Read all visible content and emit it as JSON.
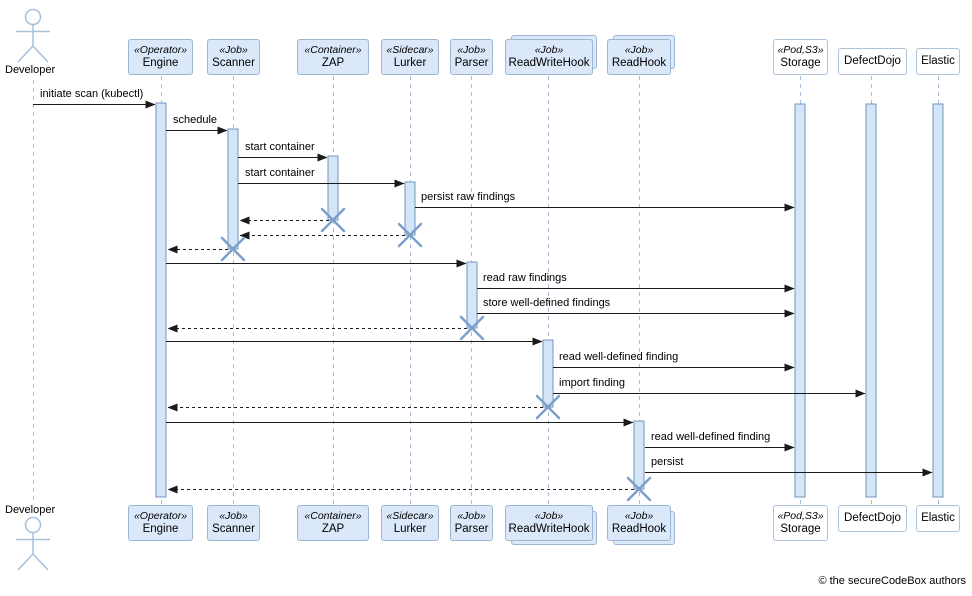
{
  "actor": {
    "label": "Developer"
  },
  "participants": [
    {
      "stereotype": "«Operator»",
      "name": "Engine"
    },
    {
      "stereotype": "«Job»",
      "name": "Scanner"
    },
    {
      "stereotype": "«Container»",
      "name": "ZAP"
    },
    {
      "stereotype": "«Sidecar»",
      "name": "Lurker"
    },
    {
      "stereotype": "«Job»",
      "name": "Parser"
    },
    {
      "stereotype": "«Job»",
      "name": "ReadWriteHook",
      "multi_instance": true
    },
    {
      "stereotype": "«Job»",
      "name": "ReadHook",
      "multi_instance": true
    },
    {
      "stereotype": "«Pod,S3»",
      "name": "Storage"
    },
    {
      "stereotype": "",
      "name": "DefectDojo"
    },
    {
      "stereotype": "",
      "name": "Elastic"
    }
  ],
  "messages": [
    {
      "label": "initiate scan (kubectl)",
      "from": "Developer",
      "to": "Engine",
      "kind": "sync"
    },
    {
      "label": "schedule",
      "from": "Engine",
      "to": "Scanner",
      "kind": "sync"
    },
    {
      "label": "start container",
      "from": "Scanner",
      "to": "ZAP",
      "kind": "sync"
    },
    {
      "label": "start container",
      "from": "Scanner",
      "to": "Lurker",
      "kind": "sync"
    },
    {
      "label": "persist raw findings",
      "from": "Lurker",
      "to": "Storage",
      "kind": "sync"
    },
    {
      "label": "",
      "from": "ZAP",
      "to": "Scanner",
      "kind": "return-destroy"
    },
    {
      "label": "",
      "from": "Lurker",
      "to": "Scanner",
      "kind": "return-destroy"
    },
    {
      "label": "",
      "from": "Scanner",
      "to": "Engine",
      "kind": "return-destroy"
    },
    {
      "label": "",
      "from": "Engine",
      "to": "Parser",
      "kind": "sync"
    },
    {
      "label": "read raw findings",
      "from": "Parser",
      "to": "Storage",
      "kind": "sync"
    },
    {
      "label": "store well-defined findings",
      "from": "Parser",
      "to": "Storage",
      "kind": "sync"
    },
    {
      "label": "",
      "from": "Parser",
      "to": "Engine",
      "kind": "return-destroy"
    },
    {
      "label": "",
      "from": "Engine",
      "to": "ReadWriteHook",
      "kind": "sync"
    },
    {
      "label": "read well-defined finding",
      "from": "ReadWriteHook",
      "to": "Storage",
      "kind": "sync"
    },
    {
      "label": "import finding",
      "from": "ReadWriteHook",
      "to": "DefectDojo",
      "kind": "sync"
    },
    {
      "label": "",
      "from": "ReadWriteHook",
      "to": "Engine",
      "kind": "return-destroy"
    },
    {
      "label": "",
      "from": "Engine",
      "to": "ReadHook",
      "kind": "sync"
    },
    {
      "label": "read well-defined finding",
      "from": "ReadHook",
      "to": "Storage",
      "kind": "sync"
    },
    {
      "label": "persist",
      "from": "ReadHook",
      "to": "Elastic",
      "kind": "sync"
    },
    {
      "label": "",
      "from": "ReadHook",
      "to": "Engine",
      "kind": "return-destroy"
    }
  ],
  "footer": {
    "copyright": "© the secureCodeBox authors"
  },
  "colors": {
    "participant_fill": "#dbe8fa",
    "participant_border": "#9db6d4",
    "external_participant_fill": "#ffffff",
    "activation_fill": "#d5e5f8",
    "activation_border": "#7295bd",
    "lifeline": "#a3bddb",
    "destroy_x": "#7c9fca",
    "arrow": "#1a1a1a"
  }
}
